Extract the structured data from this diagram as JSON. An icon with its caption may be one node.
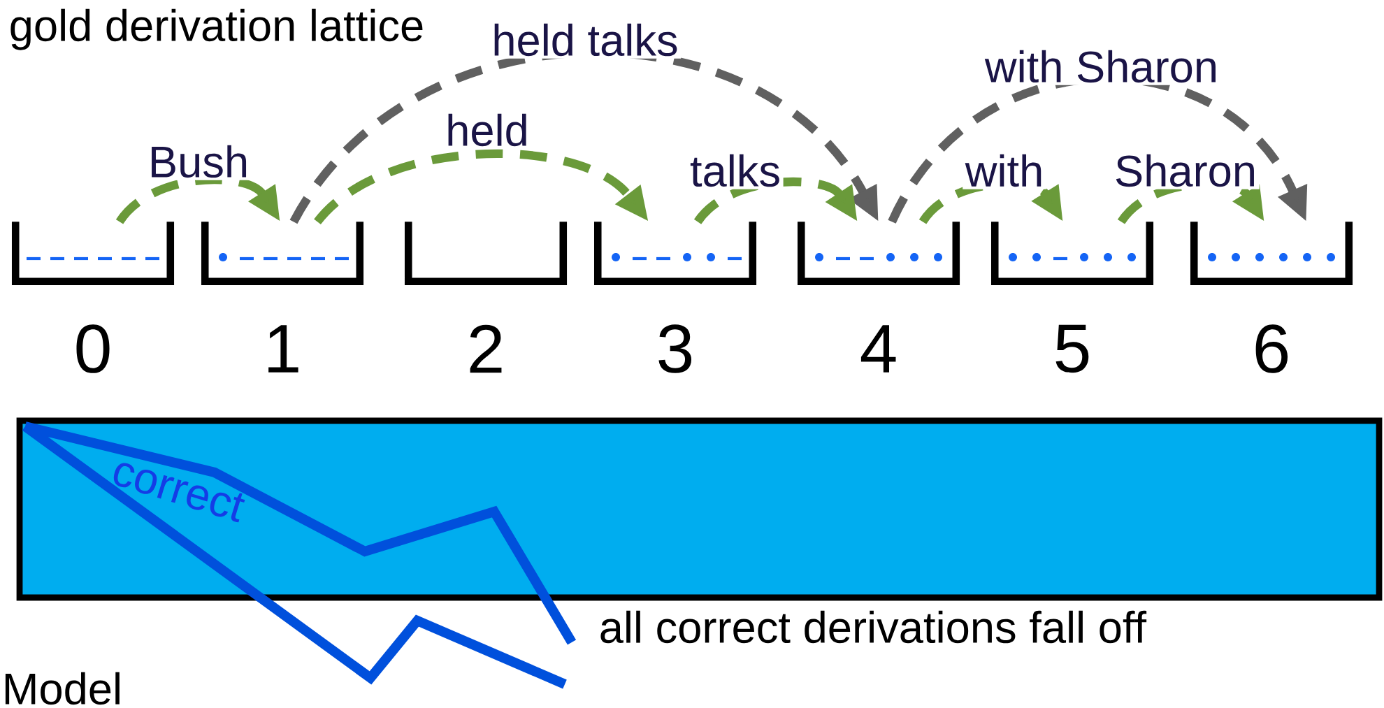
{
  "diagram": {
    "title": "gold derivation lattice",
    "nodes": [
      {
        "text": [],
        "shape": "box",
        "beside": [
          "0"
        ]
      },
      {
        "text": [],
        "shape": "box",
        "beside": [
          "1"
        ]
      },
      {
        "text": [],
        "shape": "box",
        "beside": [
          "2"
        ]
      },
      {
        "text": [],
        "shape": "box",
        "beside": [
          "3"
        ]
      },
      {
        "text": [],
        "shape": "box",
        "beside": [
          "4"
        ]
      },
      {
        "text": [],
        "shape": "box",
        "beside": [
          "5"
        ]
      },
      {
        "text": [],
        "shape": "box",
        "beside": [
          "6"
        ]
      }
    ],
    "edges": [
      {
        "from": 0,
        "to": 1,
        "arrow": "to",
        "label": "Bush",
        "style": "dashed"
      },
      {
        "from": 1,
        "to": 4,
        "arrow": "to",
        "label": "held talks",
        "style": "dashed",
        "color": "#606060"
      },
      {
        "from": 1,
        "to": 3,
        "arrow": "to",
        "label": "held",
        "style": "dashed"
      },
      {
        "from": 3,
        "to": 4,
        "arrow": "to",
        "label": "talks",
        "style": "dashed"
      },
      {
        "from": 4,
        "to": 6,
        "arrow": "to",
        "label": "with Sharon",
        "style": "dashed",
        "color": "#606060"
      },
      {
        "from": 4,
        "to": 5,
        "arrow": "to",
        "label": "with",
        "style": "dashed"
      },
      {
        "from": 5,
        "to": 6,
        "arrow": "to",
        "label": "Sharon",
        "style": "dashed"
      }
    ],
    "labels": [
      "correct",
      "all correct derivations fall off",
      "Model"
    ]
  }
}
